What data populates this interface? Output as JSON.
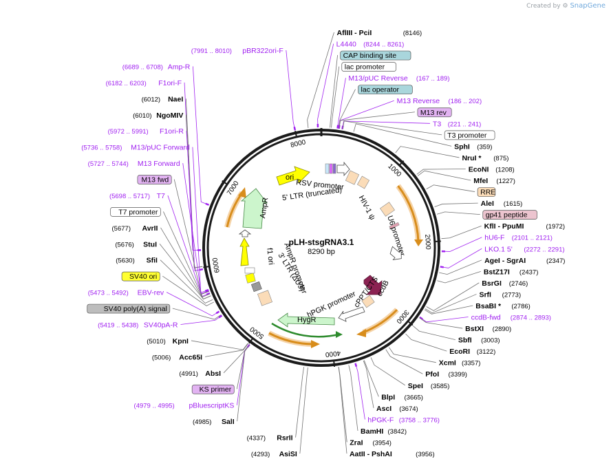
{
  "watermark": {
    "created_by": "Created by",
    "brand": "SnapGene"
  },
  "plasmid": {
    "name": "pLH-stsgRNA3.1",
    "size": "8290 bp",
    "length": 8290
  },
  "ruler": [
    "1000",
    "2000",
    "3000",
    "4000",
    "5000",
    "6000",
    "7000",
    "8000"
  ],
  "sites": [
    {
      "label": "L4440",
      "coord": "(8244 .. 8261)",
      "style": "p",
      "pos": 8252
    },
    {
      "label": "AflIII  - PciI",
      "coord": "(8146)",
      "style": "b",
      "pos": 8146
    },
    {
      "label": "pBR322ori-F",
      "coord": "(7991 .. 8010)",
      "style": "p",
      "pos": 8000
    },
    {
      "label": "CAP binding site",
      "coord": "",
      "style": "box-teal",
      "pos": 95
    },
    {
      "label": "lac promoter",
      "coord": "",
      "style": "box-white",
      "pos": 110
    },
    {
      "label": "M13/pUC Reverse",
      "coord": "(167 .. 189)",
      "style": "p",
      "pos": 178
    },
    {
      "label": "lac operator",
      "coord": "",
      "style": "box-teal",
      "pos": 190
    },
    {
      "label": "M13 Reverse",
      "coord": "(186 .. 202)",
      "style": "p",
      "pos": 194
    },
    {
      "label": "M13 rev",
      "coord": "",
      "style": "box-purple",
      "pos": 196
    },
    {
      "label": "T3",
      "coord": "(221 .. 241)",
      "style": "p",
      "pos": 231
    },
    {
      "label": "T3 promoter",
      "coord": "",
      "style": "box-white",
      "pos": 235
    },
    {
      "label": "SphI",
      "coord": "(359)",
      "style": "b",
      "pos": 359
    },
    {
      "label": "NruI *",
      "coord": "(875)",
      "style": "b",
      "pos": 875
    },
    {
      "label": "EcoNI",
      "coord": "(1208)",
      "style": "b",
      "pos": 1208
    },
    {
      "label": "MfeI",
      "coord": "(1227)",
      "style": "b",
      "pos": 1227
    },
    {
      "label": "RRE",
      "coord": "",
      "style": "box-peach",
      "pos": 1400
    },
    {
      "label": "AleI",
      "coord": "(1615)",
      "style": "b",
      "pos": 1615
    },
    {
      "label": "gp41 peptide",
      "coord": "",
      "style": "box-pink",
      "pos": 1700
    },
    {
      "label": "KflI  - PpuMI",
      "coord": "(1972)",
      "style": "b",
      "pos": 1972
    },
    {
      "label": "hU6-F",
      "coord": "(2101 .. 2121)",
      "style": "p",
      "pos": 2111
    },
    {
      "label": "LKO.1 5'",
      "coord": "(2272 .. 2291)",
      "style": "p",
      "pos": 2281
    },
    {
      "label": "AgeI  - SgrAI",
      "coord": "(2347)",
      "style": "b",
      "pos": 2347
    },
    {
      "label": "BstZ17I",
      "coord": "(2437)",
      "style": "b",
      "pos": 2437
    },
    {
      "label": "BsrGI",
      "coord": "(2746)",
      "style": "b",
      "pos": 2746
    },
    {
      "label": "SrfI",
      "coord": "(2773)",
      "style": "b",
      "pos": 2773
    },
    {
      "label": "BsaBI *",
      "coord": "(2786)",
      "style": "b",
      "pos": 2786
    },
    {
      "label": "ccdB-fwd",
      "coord": "(2874 .. 2893)",
      "style": "p",
      "pos": 2883
    },
    {
      "label": "BstXI",
      "coord": "(2890)",
      "style": "b",
      "pos": 2890
    },
    {
      "label": "SbfI",
      "coord": "(3003)",
      "style": "b",
      "pos": 3003
    },
    {
      "label": "EcoRI",
      "coord": "(3122)",
      "style": "b",
      "pos": 3122
    },
    {
      "label": "XcmI",
      "coord": "(3357)",
      "style": "b",
      "pos": 3357
    },
    {
      "label": "PfoI",
      "coord": "(3399)",
      "style": "b",
      "pos": 3399
    },
    {
      "label": "SpeI",
      "coord": "(3585)",
      "style": "b",
      "pos": 3585
    },
    {
      "label": "BlpI",
      "coord": "(3665)",
      "style": "b",
      "pos": 3665
    },
    {
      "label": "AscI",
      "coord": "(3674)",
      "style": "b",
      "pos": 3674
    },
    {
      "label": "hPGK-F",
      "coord": "(3758 .. 3776)",
      "style": "p",
      "pos": 3767
    },
    {
      "label": "BamHI",
      "coord": "(3842)",
      "style": "b",
      "pos": 3842
    },
    {
      "label": "ZraI",
      "coord": "(3954)",
      "style": "b",
      "pos": 3954
    },
    {
      "label": "AatII  - PshAI",
      "coord": "(3956)",
      "style": "b",
      "pos": 3956
    },
    {
      "label": "AsiSI",
      "coord": "(4293)",
      "style": "b",
      "pos": 4293
    },
    {
      "label": "RsrII",
      "coord": "(4337)",
      "style": "b",
      "pos": 4337
    },
    {
      "label": "SalI",
      "coord": "(4985)",
      "style": "b",
      "pos": 4985
    },
    {
      "label": "KS primer",
      "coord": "",
      "style": "box-purple",
      "pos": 4988
    },
    {
      "label": "AbsI",
      "coord": "(4991)",
      "style": "b",
      "pos": 4991
    },
    {
      "label": "pBluescriptKS",
      "coord": "(4979 .. 4995)",
      "style": "p",
      "pos": 4987
    },
    {
      "label": "Acc65I",
      "coord": "(5006)",
      "style": "b",
      "pos": 5006
    },
    {
      "label": "KpnI",
      "coord": "(5010)",
      "style": "b",
      "pos": 5010
    },
    {
      "label": "SV40pA-R",
      "coord": "(5419 .. 5438)",
      "style": "p",
      "pos": 5428
    },
    {
      "label": "SV40 poly(A) signal",
      "coord": "",
      "style": "box-gray",
      "pos": 5440
    },
    {
      "label": "EBV-rev",
      "coord": "(5473 .. 5492)",
      "style": "p",
      "pos": 5482
    },
    {
      "label": "SV40 ori",
      "coord": "",
      "style": "box-yellow",
      "pos": 5600
    },
    {
      "label": "SfiI",
      "coord": "(5630)",
      "style": "b",
      "pos": 5630
    },
    {
      "label": "StuI",
      "coord": "(5676)",
      "style": "b",
      "pos": 5676
    },
    {
      "label": "AvrII",
      "coord": "(5677)",
      "style": "b",
      "pos": 5677
    },
    {
      "label": "T7 promoter",
      "coord": "",
      "style": "box-white",
      "pos": 5700
    },
    {
      "label": "T7",
      "coord": "(5698 .. 5717)",
      "style": "p",
      "pos": 5707
    },
    {
      "label": "M13 fwd",
      "coord": "",
      "style": "box-purple",
      "pos": 5730
    },
    {
      "label": "M13 Forward",
      "coord": "(5727 .. 5744)",
      "style": "p",
      "pos": 5735
    },
    {
      "label": "M13/pUC Forward",
      "coord": "(5736 .. 5758)",
      "style": "p",
      "pos": 5747
    },
    {
      "label": "F1ori-R",
      "coord": "(5972 .. 5991)",
      "style": "p",
      "pos": 5981
    },
    {
      "label": "NgoMIV",
      "coord": "(6010)",
      "style": "b",
      "pos": 6010
    },
    {
      "label": "NaeI",
      "coord": "(6012)",
      "style": "b",
      "pos": 6012
    },
    {
      "label": "F1ori-F",
      "coord": "(6182 .. 6203)",
      "style": "p",
      "pos": 6192
    },
    {
      "label": "Amp-R",
      "coord": "(6689 .. 6708)",
      "style": "p",
      "pos": 6698
    }
  ],
  "features": [
    {
      "label": "ori"
    },
    {
      "label": "RSV promoter"
    },
    {
      "label": "5' LTR (truncated)"
    },
    {
      "label": "HIV-1 ψ"
    },
    {
      "label": "U6 promoter"
    },
    {
      "label": "ccdB"
    },
    {
      "label": "cPPT/CTS"
    },
    {
      "label": "hPGK promoter"
    },
    {
      "label": "HygR"
    },
    {
      "label": "3' LTR (ΔU3)"
    },
    {
      "label": "f1 ori"
    },
    {
      "label": "AmpR promoter"
    },
    {
      "label": "AmpR"
    }
  ]
}
